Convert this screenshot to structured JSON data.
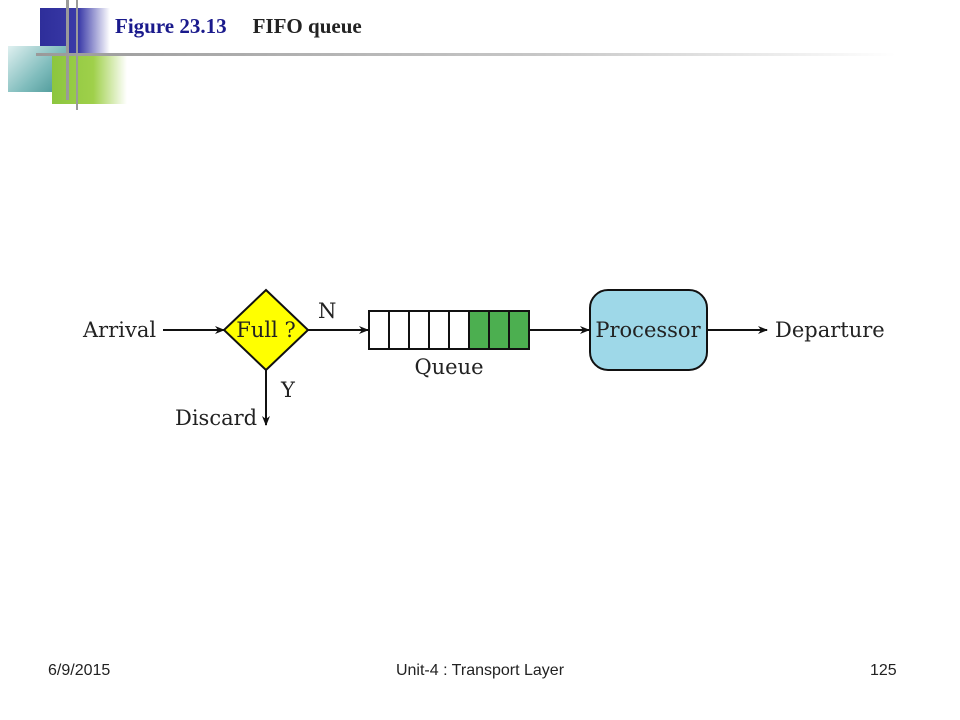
{
  "slide": {
    "figure_label": "Figure 23.13",
    "figure_title": "FIFO queue"
  },
  "diagram": {
    "arrival": "Arrival",
    "decision": "Full ?",
    "no_label": "N",
    "yes_label": "Y",
    "discard": "Discard",
    "queue_label": "Queue",
    "processor": "Processor",
    "departure": "Departure",
    "queue_cells": {
      "total": 8,
      "filled": 3
    },
    "colors": {
      "decision_fill": "#ffff00",
      "processor_fill": "#9ed8e8",
      "filled_cell": "#4caf50"
    }
  },
  "footer": {
    "date": "6/9/2015",
    "center": "Unit-4 : Transport Layer",
    "page": "125"
  }
}
